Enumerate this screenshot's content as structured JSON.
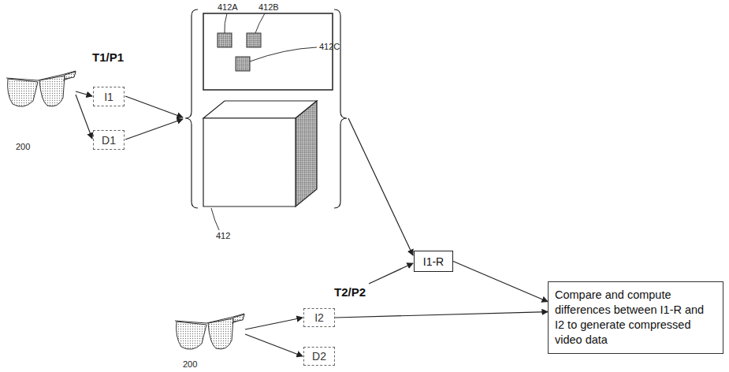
{
  "diagram": {
    "nodes": [
      {
        "text": [
          "I1"
        ]
      },
      {
        "text": [
          "D1"
        ]
      },
      {
        "text": [
          "I1-R"
        ]
      },
      {
        "text": [
          "I2"
        ]
      },
      {
        "text": [
          "D2"
        ]
      },
      {
        "text": [
          "Compare and compute differences between I1-R and I2 to generate compressed video data"
        ]
      }
    ],
    "edges": [
      {
        "from": 2,
        "to": 5,
        "arrow": "to"
      },
      {
        "from": 3,
        "to": 5,
        "arrow": "to"
      }
    ],
    "labels": [
      "T1/P1",
      "412A",
      "412B",
      "412C",
      "200",
      "412",
      "T2/P2",
      "200"
    ]
  }
}
